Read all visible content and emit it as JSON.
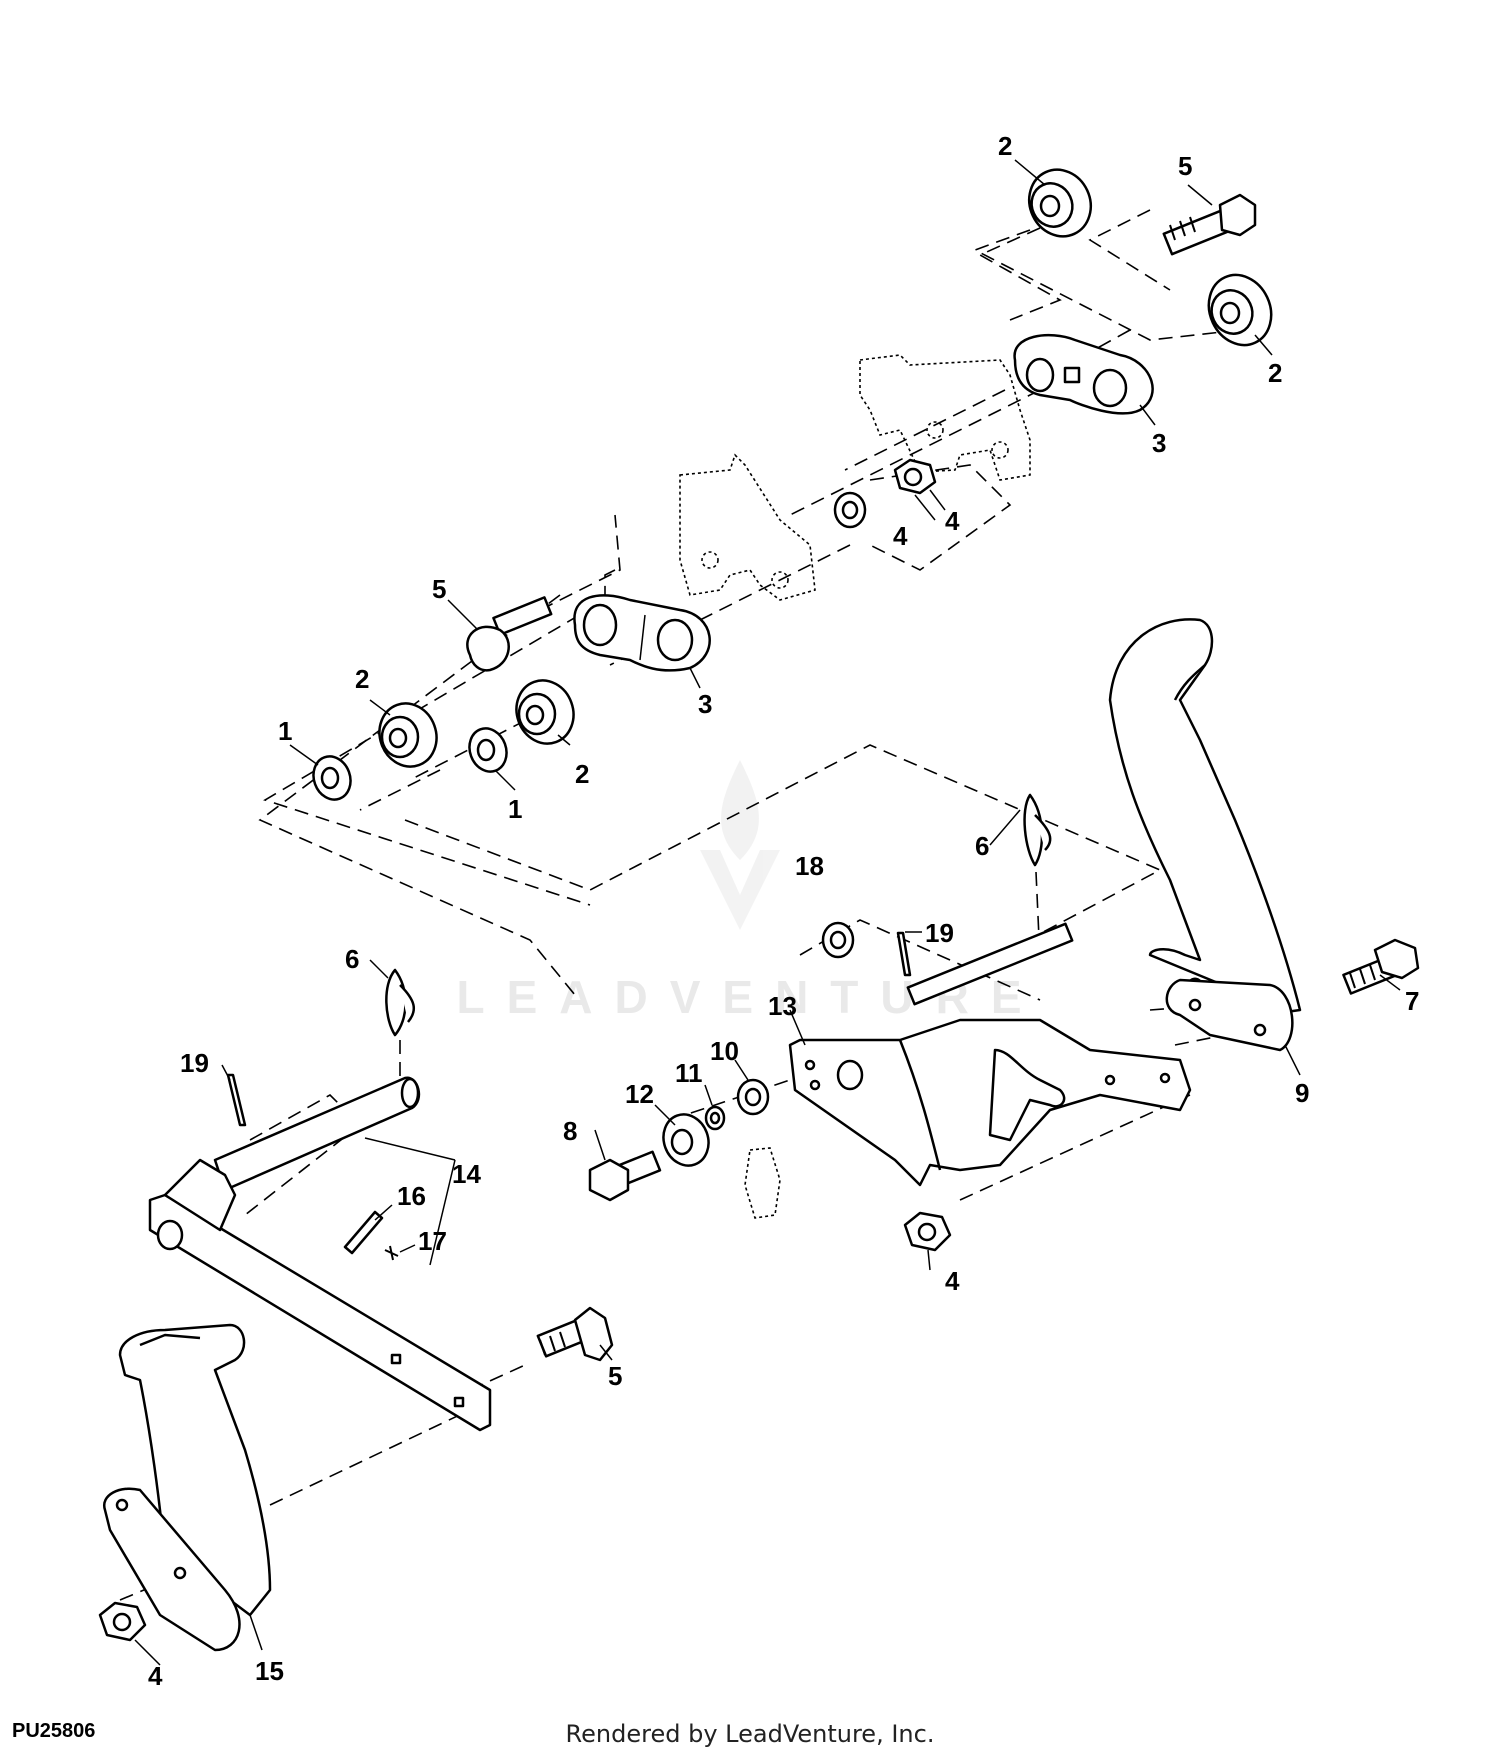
{
  "diagram": {
    "figure_id": "PU25806",
    "rendered_by": "Rendered by LeadVenture, Inc.",
    "watermark": "LEADVENTURE",
    "callouts": {
      "c1a": "1",
      "c1b": "1",
      "c2a": "2",
      "c2b": "2",
      "c2c": "2",
      "c2d": "2",
      "c3a": "3",
      "c3b": "3",
      "c4a": "4",
      "c4b": "4",
      "c4c": "4",
      "c4d": "4",
      "c5a": "5",
      "c5b": "5",
      "c5c": "5",
      "c6a": "6",
      "c6b": "6",
      "c7": "7",
      "c8": "8",
      "c9": "9",
      "c10": "10",
      "c11": "11",
      "c12": "12",
      "c13": "13",
      "c14": "14",
      "c15": "15",
      "c16": "16",
      "c17": "17",
      "c18": "18",
      "c19a": "19",
      "c19b": "19"
    }
  }
}
